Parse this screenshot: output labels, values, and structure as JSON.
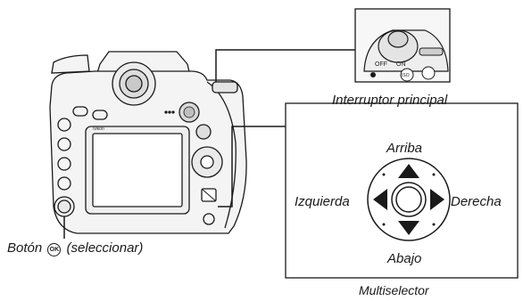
{
  "labels": {
    "power_switch": "Interruptor principal",
    "up": "Arriba",
    "left": "Izquierda",
    "right": "Derecha",
    "down": "Abajo",
    "multiselector": "Multiselector",
    "ok_button_prefix": "Botón",
    "ok_button_suffix": "(seleccionar)"
  },
  "camera": {
    "brand": "Nikon",
    "switch_off": "OFF",
    "switch_on": "ON",
    "iso": "ISO"
  },
  "icons": {
    "ok_symbol": "OK",
    "dpad_arrows": [
      "up-arrow-icon",
      "down-arrow-icon",
      "left-arrow-icon",
      "right-arrow-icon"
    ]
  },
  "colors": {
    "line": "#1a1a1a",
    "camera_body": "#f4f4f4",
    "inset_bg": "#f7f7f7"
  }
}
